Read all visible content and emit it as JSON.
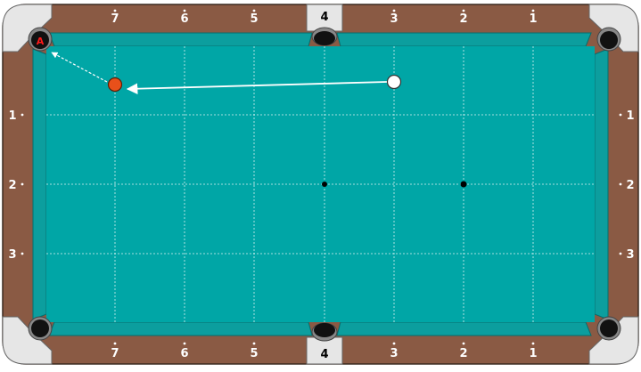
{
  "diagram": {
    "top_diamonds": [
      "7",
      "6",
      "5",
      "4",
      "3",
      "2",
      "1"
    ],
    "bottom_diamonds": [
      "7",
      "6",
      "5",
      "4",
      "3",
      "2",
      "1"
    ],
    "left_diamonds": [
      "1",
      "2",
      "3"
    ],
    "right_diamonds": [
      "1",
      "2",
      "3"
    ],
    "pocket_label": "A",
    "colors": {
      "felt": "#00a6a6",
      "cushion": "#0c9e9e",
      "rail_wood": "#8a5a44",
      "rail_corner": "#e6e6e6",
      "pocket": "#111111",
      "object_ball": "#e8501a",
      "cue_ball": "#ffffff",
      "pocket_label": "#ff1a1a",
      "grid_lines": "#ffffff"
    },
    "balls": [
      {
        "name": "object-ball",
        "color": "orange"
      },
      {
        "name": "cue-ball",
        "color": "white"
      }
    ],
    "icons": [
      "pocket-icon",
      "ball-icon",
      "arrow-icon"
    ]
  }
}
